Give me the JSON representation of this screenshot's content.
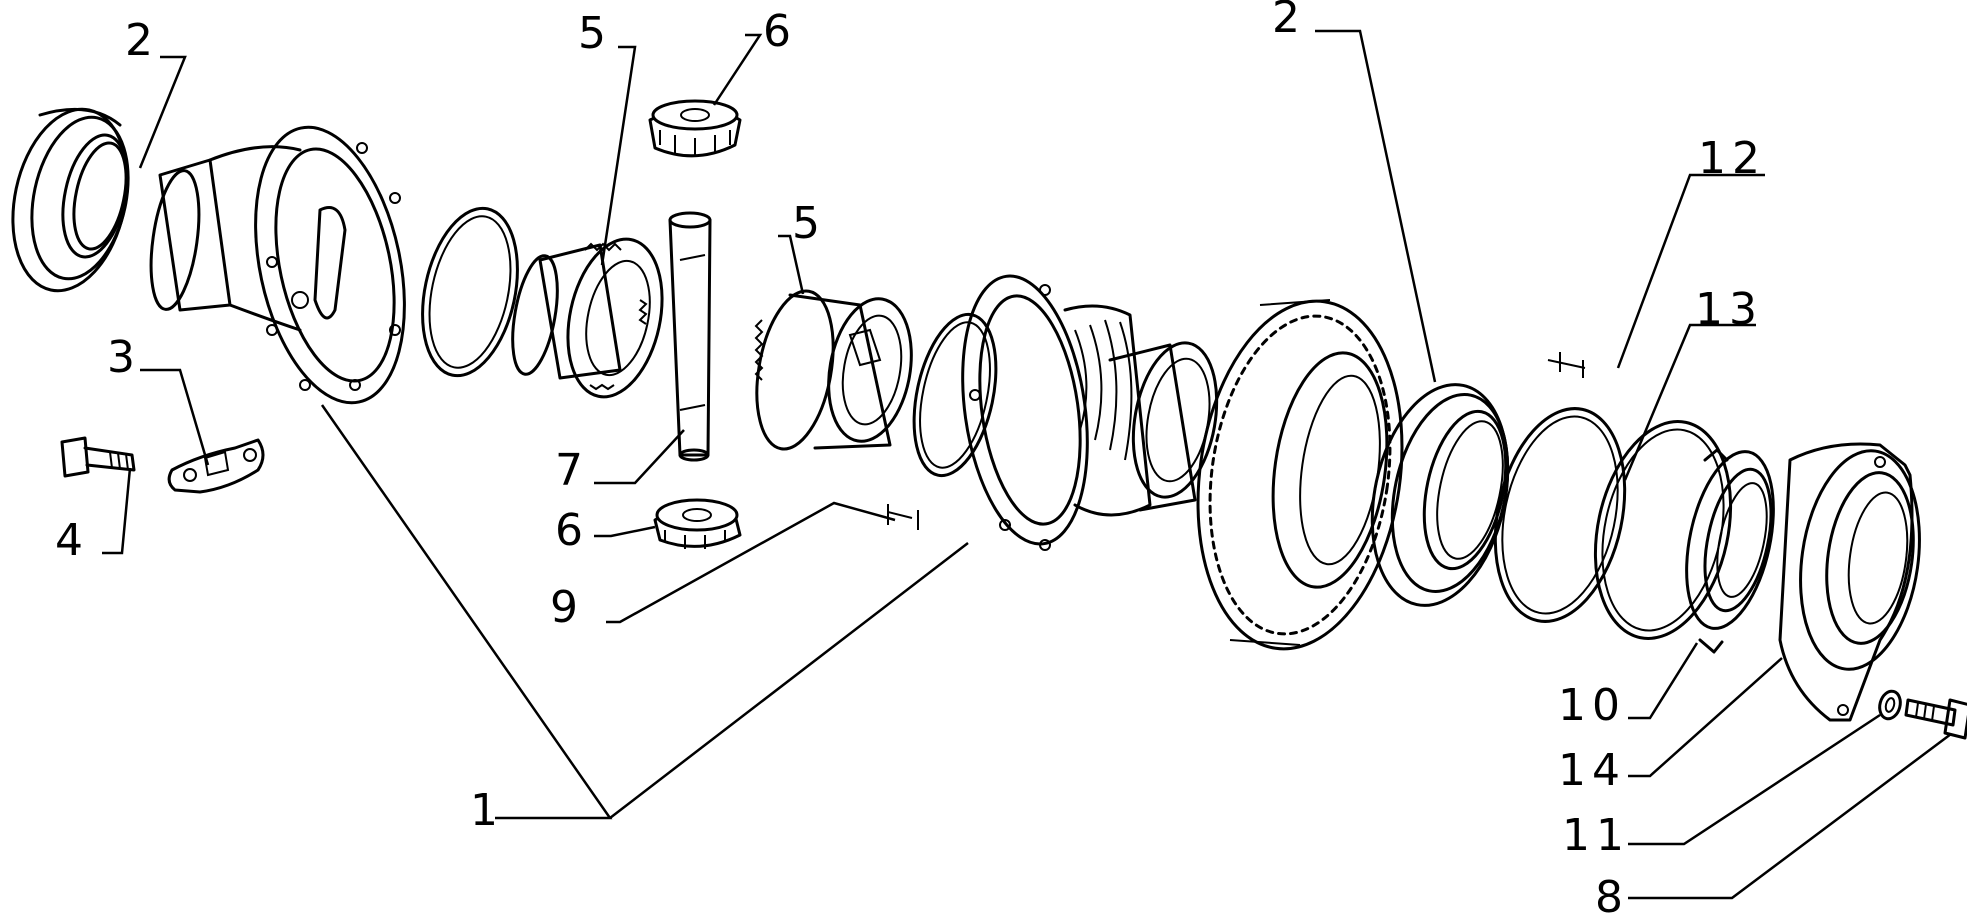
{
  "callouts": {
    "c2_left": "2",
    "c5_top": "5",
    "c6_top": "6",
    "c2_right": "2",
    "c12": "12",
    "c13": "13",
    "c3": "3",
    "c5_mid": "5",
    "c4": "4",
    "c7": "7",
    "c6_bottom": "6",
    "c9": "9",
    "c10": "10",
    "c14": "14",
    "c11": "11",
    "c1": "1",
    "c8": "8"
  }
}
